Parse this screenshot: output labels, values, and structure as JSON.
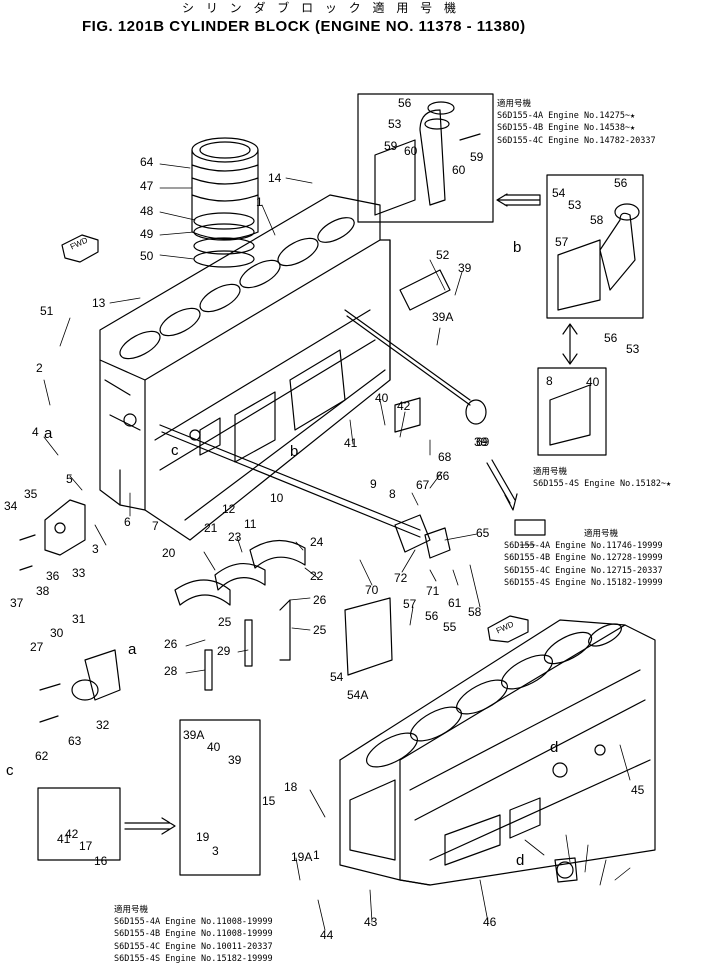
{
  "header": {
    "title_jp": "シ リ ン ダ ブ ロ ッ ク 適 用 号 機",
    "title_en": "FIG. 1201B  CYLINDER BLOCK (ENGINE NO. 11378 - 11380)"
  },
  "notes": {
    "top_right": {
      "heading": "適用号機",
      "lines": [
        "S6D155-4A Engine No.14275~★",
        "S6D155-4B Engine No.14538~★",
        "S6D155-4C Engine No.14782-20337"
      ]
    },
    "mid_right": {
      "heading": "適用号機",
      "lines": [
        "S6D155-4S Engine No.15182~★"
      ]
    },
    "right_list": {
      "heading": "適用号機",
      "lines": [
        "S6D155-4A Engine No.11746-19999",
        "S6D155-4B Engine No.12728-19999",
        "S6D155-4C Engine No.12715-20337",
        "S6D155-4S Engine No.15182-19999"
      ]
    },
    "bottom_left": {
      "heading": "適用号機",
      "lines": [
        "S6D155-4A Engine No.11008-19999",
        "S6D155-4B Engine No.11008-19999",
        "S6D155-4C Engine No.10011-20337",
        "S6D155-4S Engine No.15182-19999"
      ]
    }
  },
  "fwd_labels": [
    "FWD",
    "FWD"
  ],
  "view_letters": [
    "a",
    "a",
    "b",
    "b",
    "c",
    "c",
    "d",
    "d"
  ],
  "callouts": [
    "64",
    "47",
    "48",
    "49",
    "50",
    "14",
    "1",
    "51",
    "13",
    "2",
    "4",
    "5",
    "6",
    "7",
    "3",
    "35",
    "34",
    "36",
    "33",
    "37",
    "38",
    "12",
    "11",
    "10",
    "20",
    "21",
    "23",
    "24",
    "22",
    "26",
    "26",
    "25",
    "25",
    "28",
    "29",
    "27",
    "30",
    "31",
    "32",
    "62",
    "63",
    "52",
    "39",
    "39A",
    "40",
    "42",
    "41",
    "9",
    "8",
    "68",
    "69",
    "66",
    "67",
    "65",
    "70",
    "72",
    "71",
    "61",
    "58",
    "57",
    "56",
    "55",
    "54",
    "54A",
    "56",
    "53",
    "59",
    "60",
    "59",
    "60",
    "54",
    "53",
    "56",
    "58",
    "57",
    "56",
    "53",
    "8",
    "40",
    "39",
    "39A",
    "40",
    "39",
    "42",
    "41",
    "17",
    "16",
    "19",
    "3",
    "15",
    "18",
    "1",
    "19A",
    "44",
    "43",
    "46",
    "45"
  ]
}
